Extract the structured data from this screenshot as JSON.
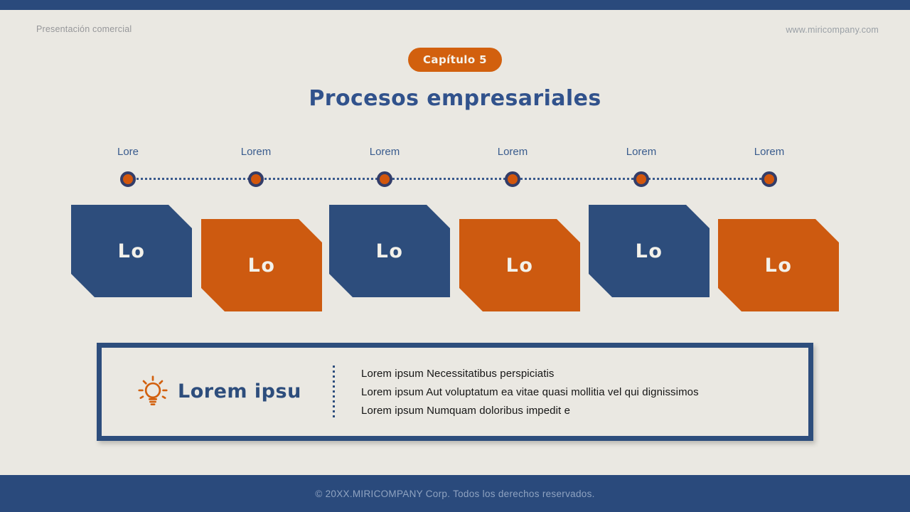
{
  "palette": {
    "background": "#eae8e2",
    "bar_blue": "#2a4a7c",
    "shape_blue": "#2d4d7c",
    "title_blue": "#31528c",
    "orange": "#cd5a10",
    "badge_orange": "#d2600e",
    "dot_ring_navy": "#333d69",
    "footer_text": "#8fa3c1"
  },
  "header": {
    "left_text": "Presentación comercial",
    "right_text": "www.miricompany.com"
  },
  "chapter_badge": "Capítulo 5",
  "title": "Procesos empresariales",
  "timeline": {
    "items": [
      {
        "label": "Lore"
      },
      {
        "label": "Lorem"
      },
      {
        "label": "Lorem"
      },
      {
        "label": "Lorem"
      },
      {
        "label": "Lorem"
      },
      {
        "label": "Lorem"
      }
    ]
  },
  "process_cards": [
    {
      "label": "Lo",
      "color": "blue"
    },
    {
      "label": "Lo",
      "color": "orange"
    },
    {
      "label": "Lo",
      "color": "blue"
    },
    {
      "label": "Lo",
      "color": "orange"
    },
    {
      "label": "Lo",
      "color": "blue"
    },
    {
      "label": "Lo",
      "color": "orange"
    }
  ],
  "info_box": {
    "icon": "lightbulb-icon",
    "heading": "Lorem ipsu",
    "items": [
      "Lorem ipsum Necessitatibus perspiciatis",
      "Lorem ipsum Aut voluptatum ea vitae quasi mollitia vel qui dignissimos",
      "Lorem ipsum Numquam doloribus impedit e"
    ]
  },
  "footer": {
    "text": "© 20XX.MIRICOMPANY Corp. Todos los derechos reservados."
  }
}
